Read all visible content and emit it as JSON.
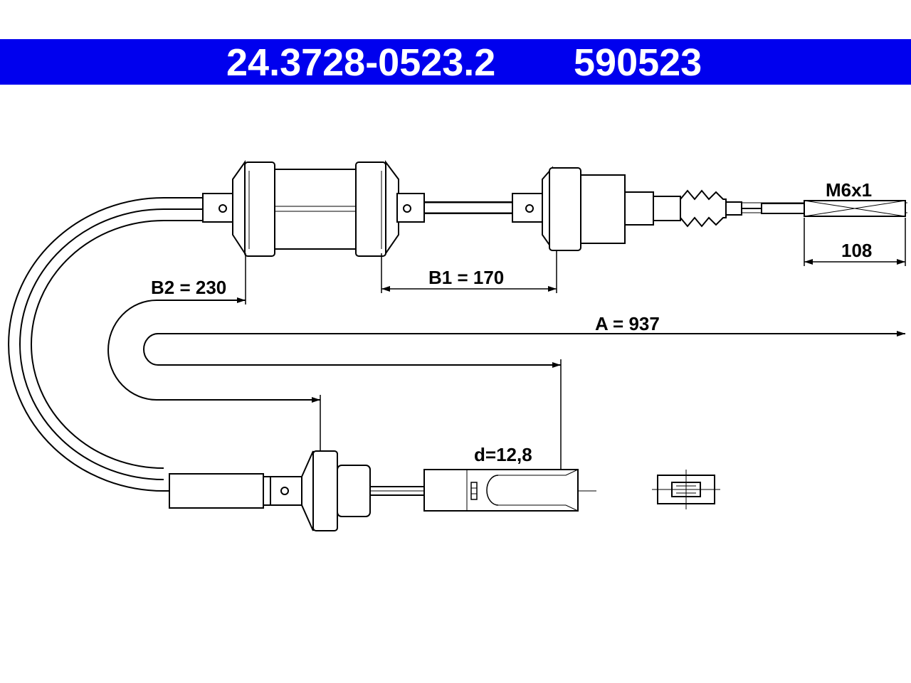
{
  "header": {
    "part_number": "24.3728-0523.2",
    "ref_number": "590523",
    "background_color": "#0000ee",
    "text_color": "#ffffff"
  },
  "dimensions": {
    "thread": "M6x1",
    "thread_length": "108",
    "b1": "B1 = 170",
    "b2": "B2 = 230",
    "a": "A = 937",
    "d": "d=12,8"
  }
}
